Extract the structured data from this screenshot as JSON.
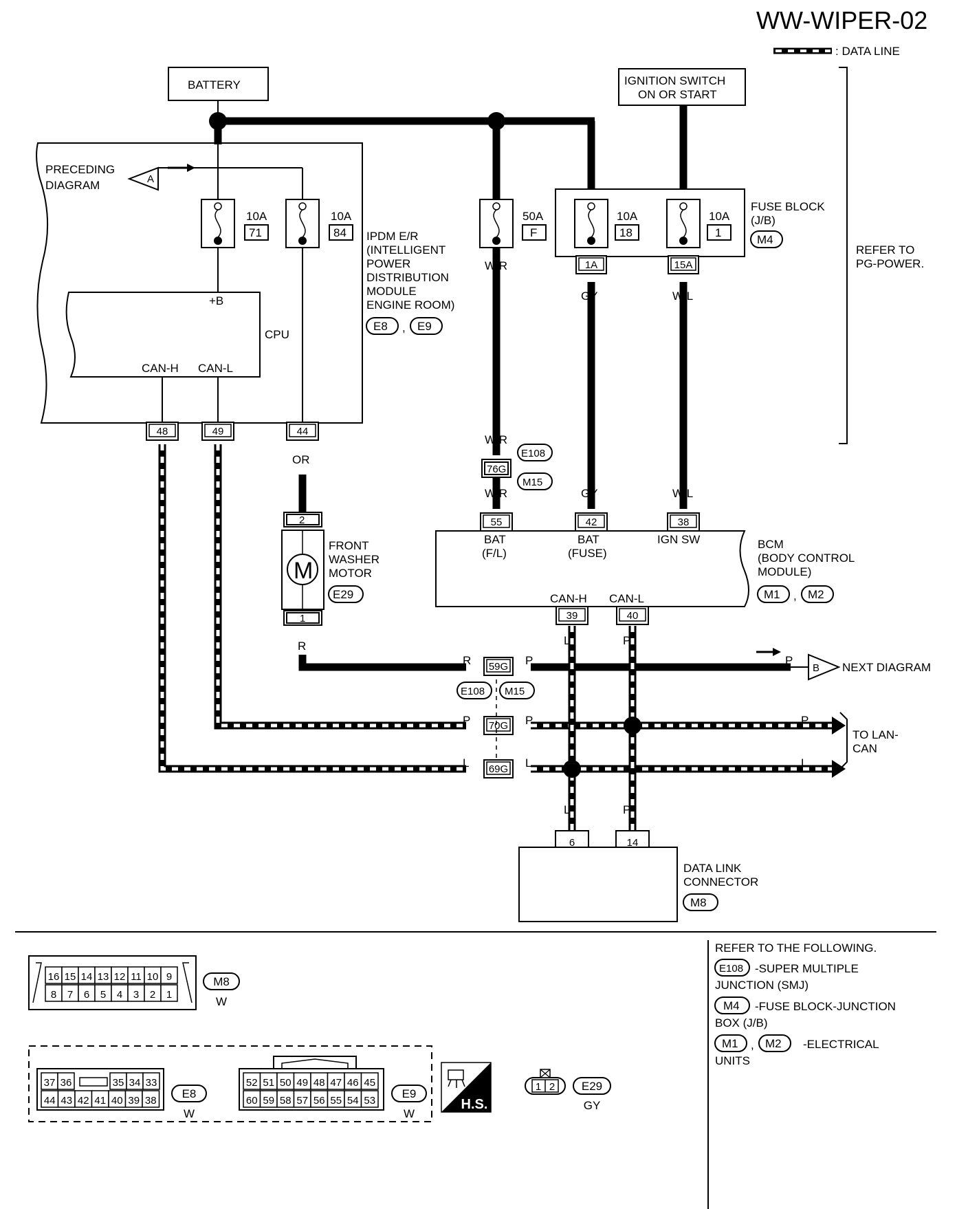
{
  "header": {
    "title": "WW-WIPER-02",
    "legend_label": ": DATA LINE"
  },
  "battery": {
    "label": "BATTERY"
  },
  "ignition": {
    "line1": "IGNITION SWITCH",
    "line2": "ON OR START"
  },
  "preceding": {
    "line1": "PRECEDING",
    "line2": "DIAGRAM",
    "marker": "A"
  },
  "next": {
    "label": "NEXT DIAGRAM",
    "marker": "B"
  },
  "to_lan": {
    "line1": "TO LAN-",
    "line2": "CAN"
  },
  "refer_pg": {
    "line1": "REFER TO",
    "line2": "PG-POWER."
  },
  "fuses": [
    {
      "amp": "10A",
      "num": "71"
    },
    {
      "amp": "10A",
      "num": "84"
    },
    {
      "amp": "50A",
      "num": "F"
    },
    {
      "amp": "10A",
      "num": "18"
    },
    {
      "amp": "10A",
      "num": "1"
    }
  ],
  "fuse_block": {
    "line1": "FUSE BLOCK",
    "line2": "(J/B)",
    "conn": "M4",
    "term1": "1A",
    "term2": "15A"
  },
  "ipdm": {
    "lines": [
      "IPDM E/R",
      "(INTELLIGENT",
      " POWER",
      " DISTRIBUTION",
      " MODULE",
      " ENGINE ROOM)"
    ],
    "conn1": "E8",
    "conn2": "E9",
    "sep": ",",
    "cpu": "CPU",
    "plusb": "+B",
    "canh": "CAN-H",
    "canl": "CAN-L",
    "pins": [
      "48",
      "49",
      "44"
    ]
  },
  "wires": {
    "wr": "W/R",
    "gy": "GY",
    "wl": "W/L",
    "l": "L",
    "p": "P",
    "or": "OR",
    "r": "R"
  },
  "smj": {
    "conn1": "E108",
    "conn2": "M15",
    "t76": "76G",
    "t59": "59G",
    "t70": "70G",
    "t69": "69G"
  },
  "washer": {
    "line1": "FRONT",
    "line2": "WASHER",
    "line3": "MOTOR",
    "conn": "E29",
    "pin_top": "2",
    "pin_bot": "1",
    "symbol": "M"
  },
  "bcm": {
    "pins": [
      "55",
      "42",
      "38"
    ],
    "bat1": "BAT",
    "bat1b": "(F/L)",
    "bat2": "BAT",
    "bat2b": "(FUSE)",
    "ign": "IGN SW",
    "line1": "BCM",
    "line2": "(BODY CONTROL",
    "line3": " MODULE)",
    "conn1": "M1",
    "conn2": "M2",
    "sep": ",",
    "canh": "CAN-H",
    "canl": "CAN-L",
    "pin_h": "39",
    "pin_l": "40"
  },
  "dlc": {
    "line1": "DATA LINK",
    "line2": "CONNECTOR",
    "conn": "M8",
    "pin1": "6",
    "pin2": "14"
  },
  "connectors": {
    "m8": {
      "top": [
        "16",
        "15",
        "14",
        "13",
        "12",
        "11",
        "10",
        "9"
      ],
      "bottom": [
        "8",
        "7",
        "6",
        "5",
        "4",
        "3",
        "2",
        "1"
      ],
      "name": "M8",
      "color": "W"
    },
    "e8": {
      "top": [
        "37",
        "36",
        "",
        "35",
        "34",
        "33"
      ],
      "bottom": [
        "44",
        "43",
        "42",
        "41",
        "40",
        "39",
        "38"
      ],
      "name": "E8",
      "color": "W"
    },
    "e9": {
      "top": [
        "52",
        "51",
        "50",
        "49",
        "48",
        "47",
        "46",
        "45"
      ],
      "bottom": [
        "60",
        "59",
        "58",
        "57",
        "56",
        "55",
        "54",
        "53"
      ],
      "name": "E9",
      "color": "W"
    },
    "e29": {
      "pins": [
        "1",
        "2"
      ],
      "name": "E29",
      "color": "GY"
    },
    "hs": "H.S."
  },
  "refer": {
    "heading": "REFER TO THE FOLLOWING.",
    "items": [
      {
        "conn": "E108",
        "line1": "-SUPER MULTIPLE",
        "line2": "JUNCTION (SMJ)"
      },
      {
        "conn": "M4",
        "line1": "-FUSE BLOCK-JUNCTION",
        "line2": "BOX (J/B)"
      },
      {
        "conn": "M1",
        "conn2": "M2",
        "sep": ",",
        "line1": "-ELECTRICAL",
        "line2": "UNITS"
      }
    ]
  }
}
